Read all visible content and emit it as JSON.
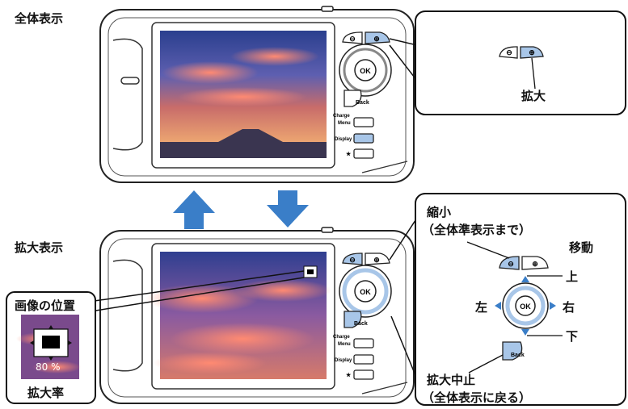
{
  "top_label": "全体表示",
  "bottom_label": "拡大表示",
  "device": {
    "ok": "OK",
    "back": "Back",
    "charge": "Charge",
    "menu": "Menu",
    "display": "Display",
    "star": "★"
  },
  "callout_zoom": {
    "label": "拡大"
  },
  "callout_controls": {
    "shrink": "縮小",
    "shrink_note": "（全体準表示まで）",
    "move": "移動",
    "up": "上",
    "down": "下",
    "left": "左",
    "right": "右",
    "cancel": "拡大中止",
    "cancel_note": "（全体表示に戻る）"
  },
  "position_inset": {
    "title": "画像の位置",
    "percent": "80 %",
    "caption": "拡大率"
  },
  "colors": {
    "arrow": "#3a7ec8",
    "button_blue": "#a8c6e8",
    "ok_ring": "#cfcfcf"
  }
}
